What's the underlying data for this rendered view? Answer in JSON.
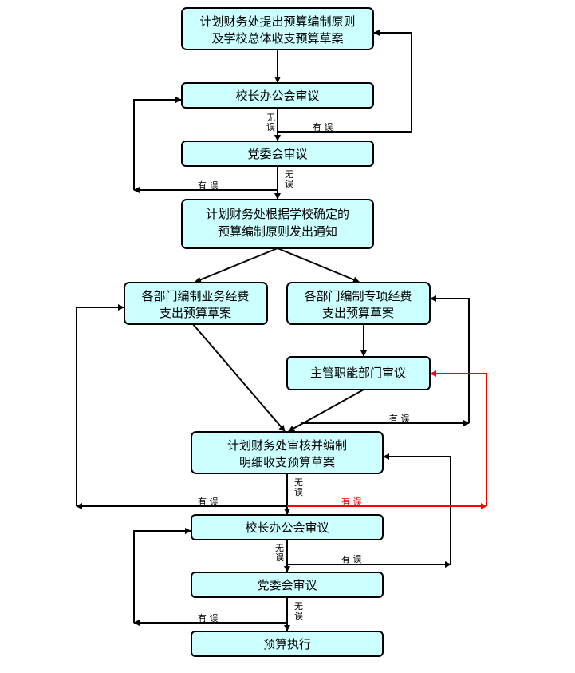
{
  "colors": {
    "box_fill": "#ccffff",
    "line": "#000000",
    "highlight": "#ff0000"
  },
  "nodes": [
    {
      "lines": [
        "计划财务处提出预算编制原则",
        "及学校总体收支预算草案"
      ]
    },
    {
      "lines": [
        "校长办公会审议"
      ]
    },
    {
      "lines": [
        "党委会审议"
      ]
    },
    {
      "lines": [
        "计划财务处根据学校确定的",
        "预算编制原则发出通知"
      ]
    },
    {
      "lines": [
        "各部门编制业务经费",
        "支出预算草案"
      ]
    },
    {
      "lines": [
        "各部门编制专项经费",
        "支出预算草案"
      ]
    },
    {
      "lines": [
        "主管职能部门审议"
      ]
    },
    {
      "lines": [
        "计划财务处审核并编制",
        "明细收支预算草案"
      ]
    },
    {
      "lines": [
        "校长办公会审议"
      ]
    },
    {
      "lines": [
        "党委会审议"
      ]
    },
    {
      "lines": [
        "预算执行"
      ]
    }
  ],
  "labels": {
    "ok_top": "无",
    "ok_bottom": "误",
    "error": "有 误"
  }
}
